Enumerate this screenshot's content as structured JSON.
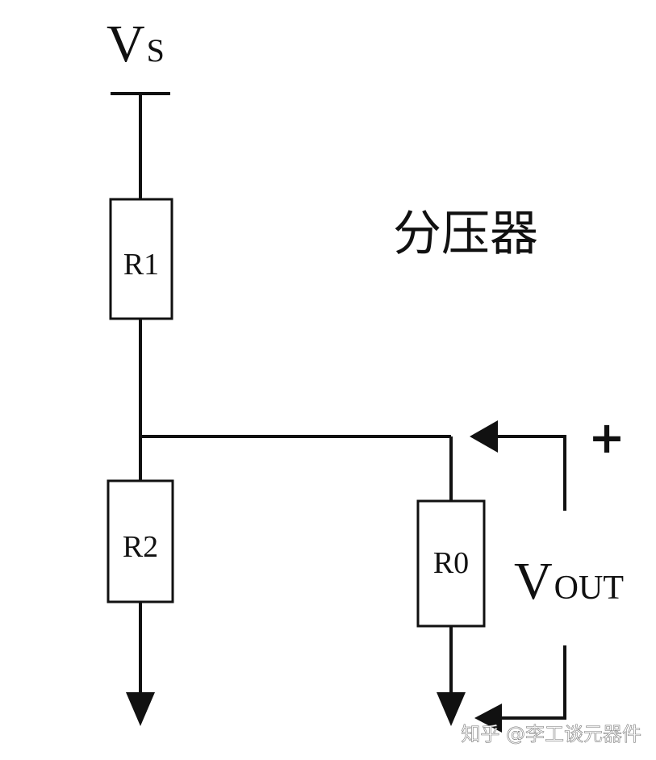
{
  "diagram": {
    "title": "分压器",
    "supply": {
      "main": "V",
      "sub": "S"
    },
    "resistors": {
      "r1": "R1",
      "r2": "R2",
      "r0": "R0"
    },
    "output": {
      "main": "V",
      "sub": "OUT",
      "polarity": "+"
    },
    "watermark": "知乎 @李工谈元器件"
  },
  "colors": {
    "line": "#111111",
    "background": "#ffffff"
  }
}
